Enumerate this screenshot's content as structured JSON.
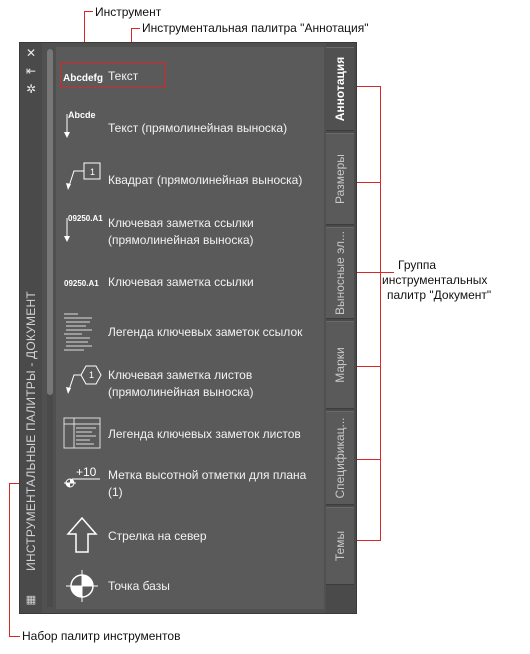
{
  "annotations": {
    "tool": "Инструмент",
    "palette": "Инструментальная палитра \"Аннотация\"",
    "group_line1": "Группа",
    "group_line2": "инструментальных",
    "group_line3": "палитр \"Документ\"",
    "set": "Набор палитр инструментов"
  },
  "palette": {
    "title": "ИНСТРУМЕНТАЛЬНЫЕ ПАЛИТРЫ - ДОКУМЕНТ",
    "tools": [
      {
        "label": "Текст",
        "icon": "text-tool-icon",
        "icon_text": "Abcdefg"
      },
      {
        "label": "Текст (прямолинейная выноска)",
        "icon": "text-leader-icon",
        "icon_text": "Abcde"
      },
      {
        "label": "Квадрат (прямолинейная выноска)",
        "icon": "square-leader-icon",
        "icon_text": "1"
      },
      {
        "label": "Ключевая заметка ссылки (прямолинейная выноска)",
        "icon": "keynote-leader-icon",
        "icon_text": "09250.A1"
      },
      {
        "label": "Ключевая заметка ссылки",
        "icon": "keynote-icon",
        "icon_text": "09250.A1"
      },
      {
        "label": "Легенда ключевых заметок ссылок",
        "icon": "keynote-legend-icon",
        "icon_text": ""
      },
      {
        "label": "Ключевая заметка листов (прямолинейная выноска)",
        "icon": "sheet-keynote-leader-icon",
        "icon_text": "1"
      },
      {
        "label": "Легенда ключевых заметок листов",
        "icon": "sheet-keynote-legend-icon",
        "icon_text": ""
      },
      {
        "label": "Метка высотной отметки для плана (1)",
        "icon": "elevation-label-icon",
        "icon_text": "+10"
      },
      {
        "label": "Стрелка на север",
        "icon": "north-arrow-icon",
        "icon_text": ""
      },
      {
        "label": "Точка базы",
        "icon": "datum-point-icon",
        "icon_text": ""
      }
    ],
    "tabs": [
      {
        "label": "Аннотация",
        "active": true
      },
      {
        "label": "Размеры",
        "active": false
      },
      {
        "label": "Выносные эл...",
        "active": false
      },
      {
        "label": "Марки",
        "active": false
      },
      {
        "label": "Спецификац...",
        "active": false
      },
      {
        "label": "Темы",
        "active": false
      }
    ]
  },
  "colors": {
    "annotation_line": "#d62828",
    "palette_bg": "#505050"
  }
}
